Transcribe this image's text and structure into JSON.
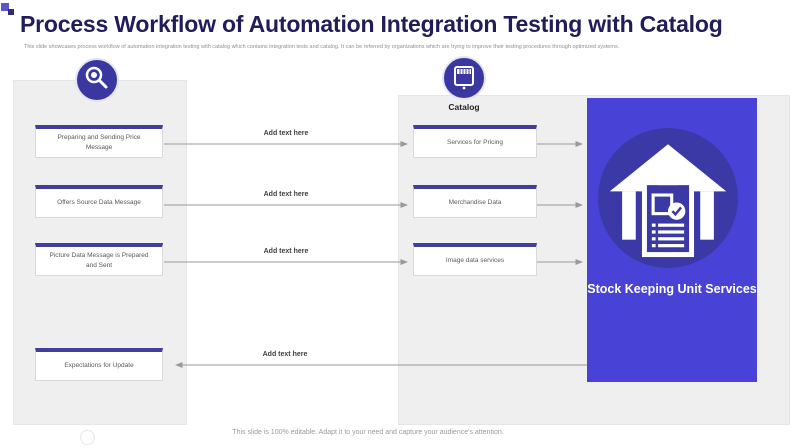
{
  "colors": {
    "accent_purple": "#4843d6",
    "dark_indigo": "#3a38a0",
    "box_border_top": "#413e9c",
    "panel_gray": "#efeff0",
    "title_navy": "#201d5a",
    "arrow_gray": "#9a9a9a"
  },
  "header": {
    "title": "Process Workflow of Automation Integration Testing with Catalog",
    "subtitle": "This slide showcases process workflow of automation integration testing with catalog which contains integration tests and catalog. It can be referred by organizations which are trying to improve their testing procedures through optimized systems."
  },
  "left_column": {
    "icon": "magnifier-icon",
    "steps": [
      {
        "label": "Preparing and Sending Price Message"
      },
      {
        "label": "Offers Source Data Message"
      },
      {
        "label": "Picture Data Message is Prepared and Sent"
      },
      {
        "label": "Expectations for Update"
      }
    ]
  },
  "catalog_column": {
    "icon": "catalog-icon",
    "icon_label": "Catalog",
    "services": [
      {
        "label": "Services for Pricing"
      },
      {
        "label": "Merchandise Data"
      },
      {
        "label": "Image data services"
      }
    ]
  },
  "sku_box": {
    "icon": "warehouse-checklist-icon",
    "label": "Stock Keeping Unit Services"
  },
  "connectors": [
    {
      "label": "Add text here",
      "direction": "right"
    },
    {
      "label": "Add text here",
      "direction": "right"
    },
    {
      "label": "Add text here",
      "direction": "right"
    },
    {
      "label": "Add text here",
      "direction": "left"
    }
  ],
  "footer": {
    "note": "This slide is 100% editable. Adapt it to your need and capture your audience's attention."
  }
}
